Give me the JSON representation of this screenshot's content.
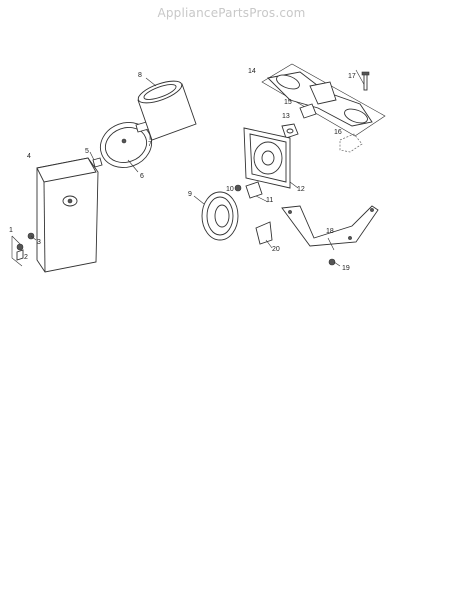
{
  "watermark": "AppliancePartsPros.com",
  "callouts": [
    {
      "id": "c1",
      "text": "1"
    },
    {
      "id": "c2",
      "text": "2"
    },
    {
      "id": "c3",
      "text": "3"
    },
    {
      "id": "c4",
      "text": "4"
    },
    {
      "id": "c5",
      "text": "5"
    },
    {
      "id": "c6",
      "text": "6"
    },
    {
      "id": "c7",
      "text": "7"
    },
    {
      "id": "c8",
      "text": "8"
    },
    {
      "id": "c9",
      "text": "9"
    },
    {
      "id": "c10",
      "text": "10"
    },
    {
      "id": "c11",
      "text": "11"
    },
    {
      "id": "c12",
      "text": "12"
    },
    {
      "id": "c13",
      "text": "13"
    },
    {
      "id": "c14",
      "text": "14"
    },
    {
      "id": "c15",
      "text": "15"
    },
    {
      "id": "c16",
      "text": "16"
    },
    {
      "id": "c17",
      "text": "17"
    },
    {
      "id": "c18",
      "text": "18"
    },
    {
      "id": "c19",
      "text": "19"
    },
    {
      "id": "c20",
      "text": "20"
    }
  ]
}
